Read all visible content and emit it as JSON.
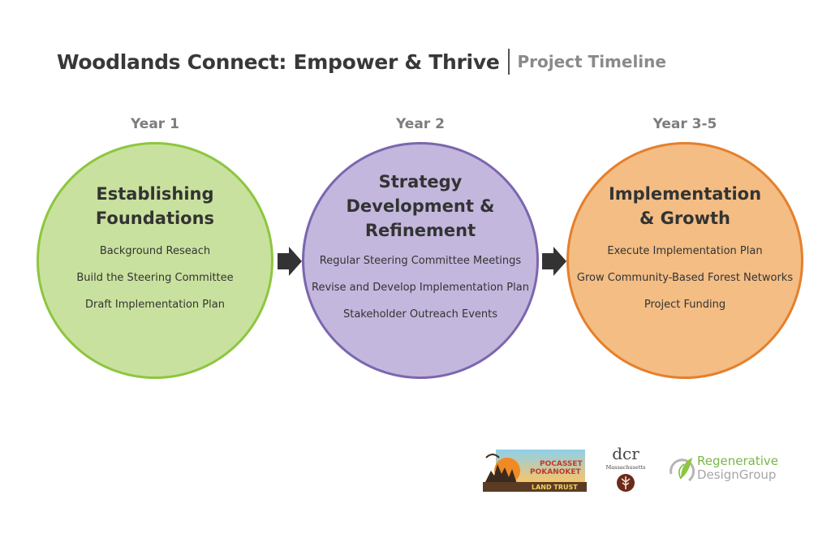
{
  "header": {
    "title": "Woodlands Connect: Empower & Thrive",
    "subtitle": "Project Timeline"
  },
  "phases": [
    {
      "year": "Year 1",
      "title": "Establishing\nFoundations",
      "items": [
        "Background Reseach",
        "Build the Steering Committee",
        "Draft Implementation Plan"
      ],
      "fill": "#c9e19e",
      "border": "#8dc63f"
    },
    {
      "year": "Year 2",
      "title": "Strategy\nDevelopment &\nRefinement",
      "items": [
        "Regular Steering Committee Meetings",
        "Revise and Develop Implementation Plan",
        "Stakeholder Outreach Events"
      ],
      "fill": "#c3b7dd",
      "border": "#7c66ae"
    },
    {
      "year": "Year 3-5",
      "title": "Implementation\n& Growth",
      "items": [
        "Execute Implementation Plan",
        "Grow Community-Based Forest Networks",
        "Project Funding"
      ],
      "fill": "#f3bd84",
      "border": "#e57f2c"
    }
  ],
  "logos": {
    "pocasset": {
      "line1": "POCASSET",
      "line2": "POKANOKET",
      "line3": "LAND TRUST"
    },
    "dcr": {
      "name": "dcr",
      "state": "Massachusetts"
    },
    "rdg": {
      "line1": "Regenerative",
      "line2": "DesignGroup"
    }
  },
  "colors": {
    "arrow": "#333333",
    "title": "#383838",
    "subtitle": "#8a8a8a"
  }
}
